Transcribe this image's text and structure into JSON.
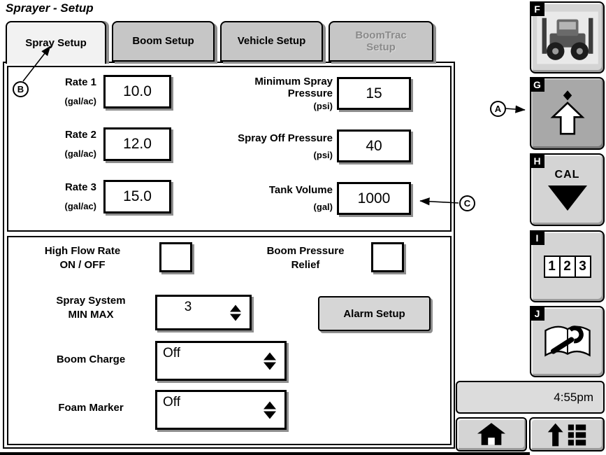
{
  "window": {
    "title": "Sprayer - Setup"
  },
  "tabs": [
    {
      "label": "Spray Setup",
      "active": true,
      "disabled": false
    },
    {
      "label": "Boom Setup",
      "active": false,
      "disabled": false
    },
    {
      "label": "Vehicle Setup",
      "active": false,
      "disabled": false
    },
    {
      "label": "BoomTrac\nSetup",
      "active": false,
      "disabled": true
    }
  ],
  "fields": {
    "rate1": {
      "label": "Rate 1",
      "unit": "(gal/ac)",
      "value": "10.0"
    },
    "rate2": {
      "label": "Rate 2",
      "unit": "(gal/ac)",
      "value": "12.0"
    },
    "rate3": {
      "label": "Rate 3",
      "unit": "(gal/ac)",
      "value": "15.0"
    },
    "min_spray_pressure": {
      "label": "Minimum Spray\nPressure",
      "unit": "(psi)",
      "value": "15"
    },
    "spray_off_pressure": {
      "label": "Spray Off Pressure",
      "unit": "(psi)",
      "value": "40"
    },
    "tank_volume": {
      "label": "Tank Volume",
      "unit": "(gal)",
      "value": "1000"
    }
  },
  "options": {
    "high_flow": {
      "label": "High Flow Rate\nON / OFF",
      "checked": false
    },
    "boom_pressure_relief": {
      "label": "Boom Pressure\nRelief",
      "checked": false
    },
    "spray_system": {
      "label": "Spray System\nMIN MAX",
      "value": "3"
    },
    "alarm_setup_label": "Alarm Setup",
    "boom_charge": {
      "label": "Boom Charge",
      "value": "Off"
    },
    "foam_marker": {
      "label": "Foam Marker",
      "value": "Off"
    }
  },
  "sidebar": {
    "buttons": [
      {
        "key": "F",
        "icon": "sprayer-vehicle-icon"
      },
      {
        "key": "G",
        "icon": "shift-up-arrow-icon",
        "selected": true
      },
      {
        "key": "H",
        "icon": "cal-down-triangle-icon",
        "text": "CAL"
      },
      {
        "key": "I",
        "icon": "numeric-keypad-icon",
        "digits": [
          "1",
          "2",
          "3"
        ]
      },
      {
        "key": "J",
        "icon": "book-wrench-icon"
      }
    ],
    "time": "4:55pm"
  },
  "callouts": {
    "a": "A",
    "b": "B",
    "c": "C"
  }
}
